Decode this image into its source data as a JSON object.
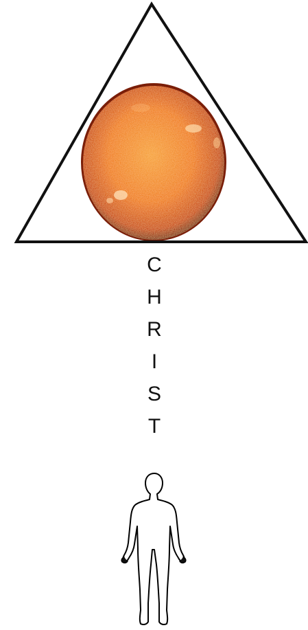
{
  "word": {
    "letters": [
      "C",
      "H",
      "R",
      "I",
      "S",
      "T"
    ]
  },
  "colors": {
    "triangle_stroke": "#111111",
    "sun_core": "#f7a13a",
    "sun_mid": "#f07a18",
    "sun_edge": "#c8420a",
    "sun_rim": "#7a1e08",
    "human_outline": "#000000"
  },
  "icons": {
    "triangle": "triangle-outline-icon",
    "sun": "sun-icon",
    "human": "human-figure-icon"
  }
}
